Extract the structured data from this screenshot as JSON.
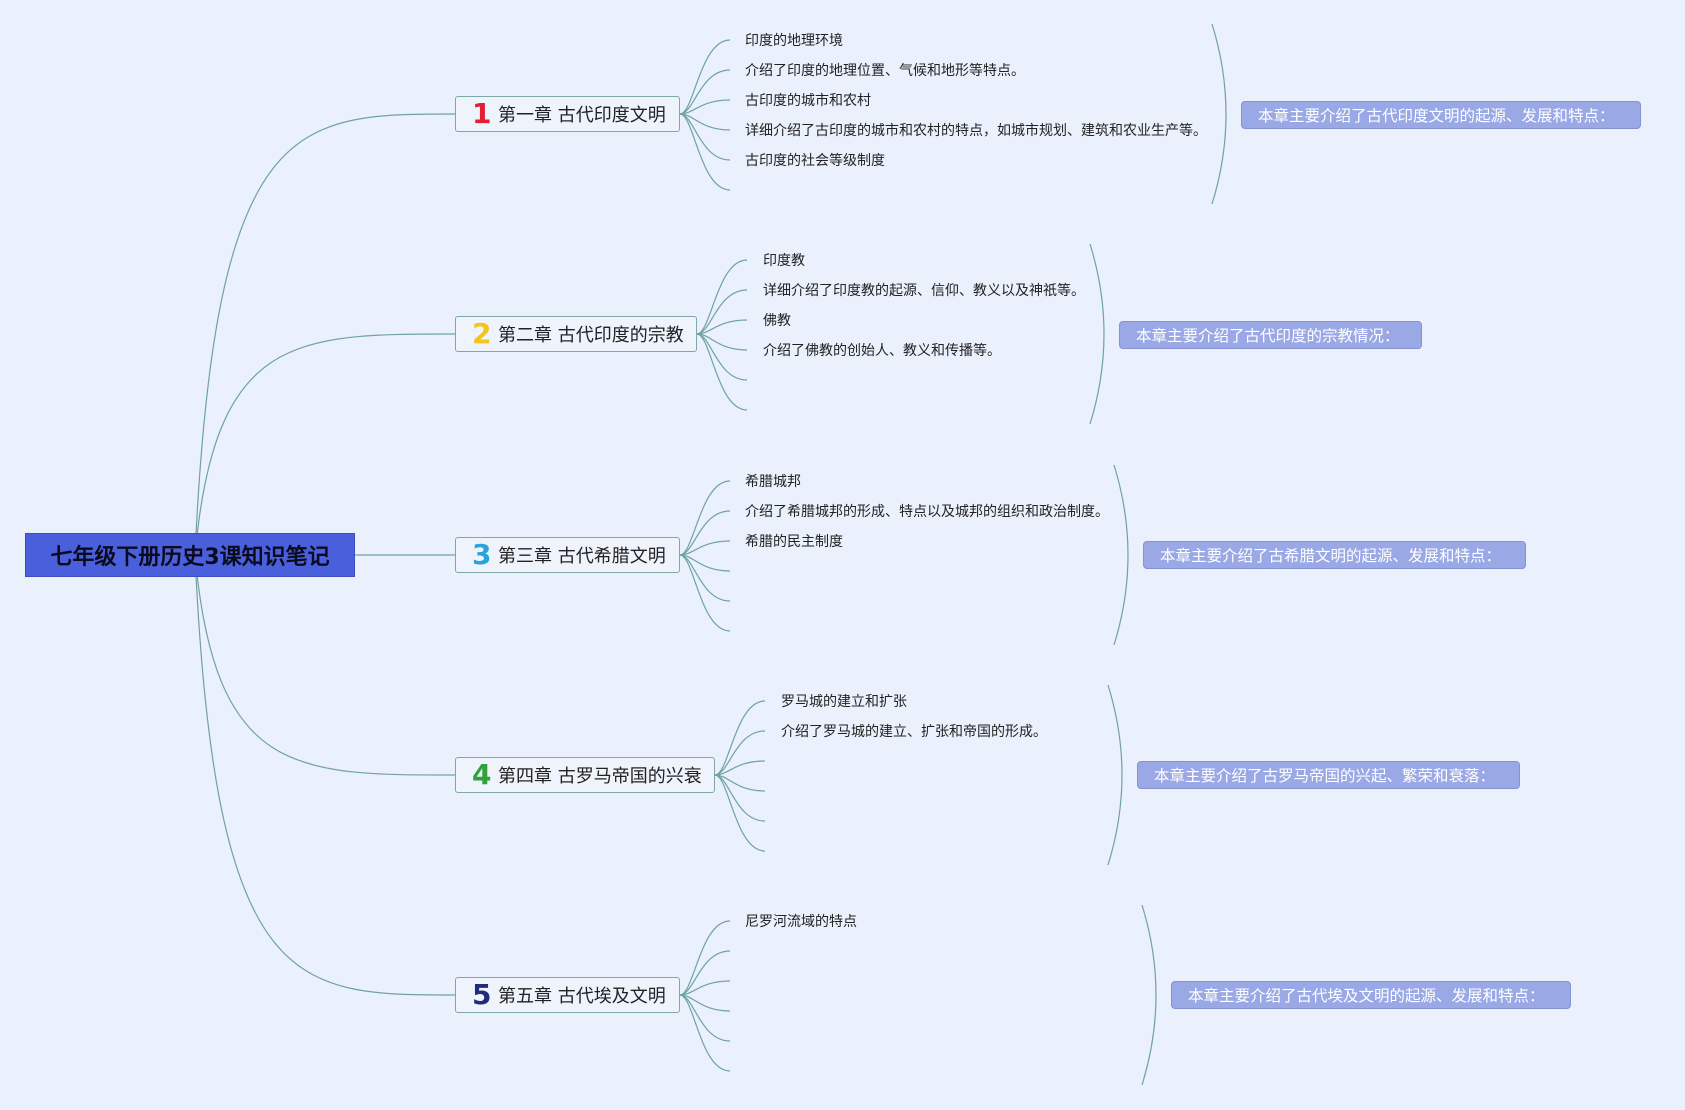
{
  "colors": {
    "background": "#eaf0fc",
    "root_fill": "#4a5fdc",
    "connector": "#6fa3a0",
    "summary_fill": "#9aa8e6",
    "num1": "#e02035",
    "num2": "#f2c51c",
    "num3": "#2aa4d8",
    "num4": "#2fa33a",
    "num5": "#1f2c78"
  },
  "root": {
    "title": "七年级下册历史3课知识笔记"
  },
  "chapters": [
    {
      "number": "1",
      "title": "第一章 古代印度文明",
      "subtopics": [
        "印度的地理环境",
        "介绍了印度的地理位置、气候和地形等特点。",
        "古印度的城市和农村",
        "详细介绍了古印度的城市和农村的特点，如城市规划、建筑和农业生产等。",
        "古印度的社会等级制度",
        ""
      ],
      "summary": "本章主要介绍了古代印度文明的起源、发展和特点："
    },
    {
      "number": "2",
      "title": "第二章 古代印度的宗教",
      "subtopics": [
        "印度教",
        "详细介绍了印度教的起源、信仰、教义以及神祇等。",
        "佛教",
        "介绍了佛教的创始人、教义和传播等。",
        "",
        ""
      ],
      "summary": "本章主要介绍了古代印度的宗教情况："
    },
    {
      "number": "3",
      "title": "第三章 古代希腊文明",
      "subtopics": [
        "希腊城邦",
        "介绍了希腊城邦的形成、特点以及城邦的组织和政治制度。",
        "希腊的民主制度",
        "",
        "",
        ""
      ],
      "summary": "本章主要介绍了古希腊文明的起源、发展和特点："
    },
    {
      "number": "4",
      "title": "第四章 古罗马帝国的兴衰",
      "subtopics": [
        "罗马城的建立和扩张",
        "介绍了罗马城的建立、扩张和帝国的形成。",
        "",
        "",
        "",
        ""
      ],
      "summary": "本章主要介绍了古罗马帝国的兴起、繁荣和衰落："
    },
    {
      "number": "5",
      "title": "第五章 古代埃及文明",
      "subtopics": [
        "尼罗河流域的特点",
        "",
        "",
        "",
        "",
        ""
      ],
      "summary": "本章主要介绍了古代埃及文明的起源、发展和特点："
    }
  ]
}
